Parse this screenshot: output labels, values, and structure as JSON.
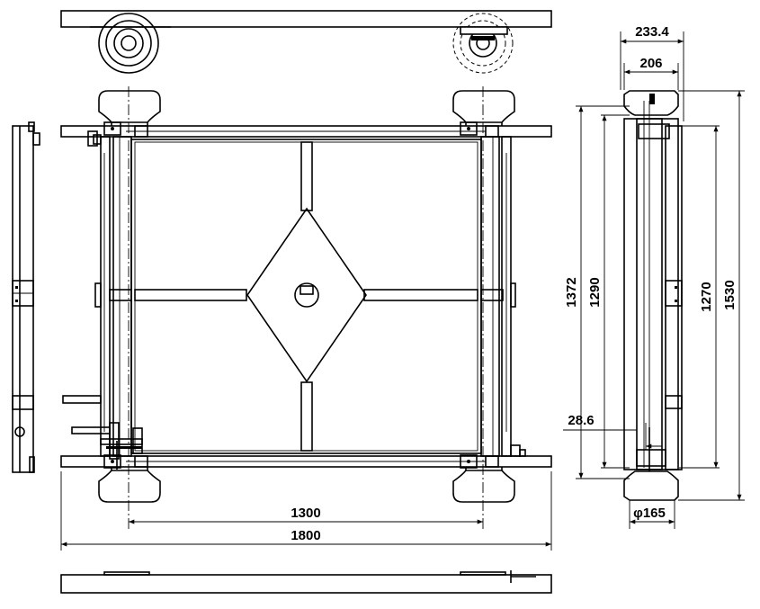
{
  "drawing": {
    "dimensions": {
      "w_233_4": "233.4",
      "w_206": "206",
      "h_1372": "1372",
      "h_1290": "1290",
      "h_1270": "1270",
      "h_1530": "1530",
      "d_28_6": "28.6",
      "phi_165": "φ165",
      "w_1300": "1300",
      "w_1800": "1800"
    }
  }
}
